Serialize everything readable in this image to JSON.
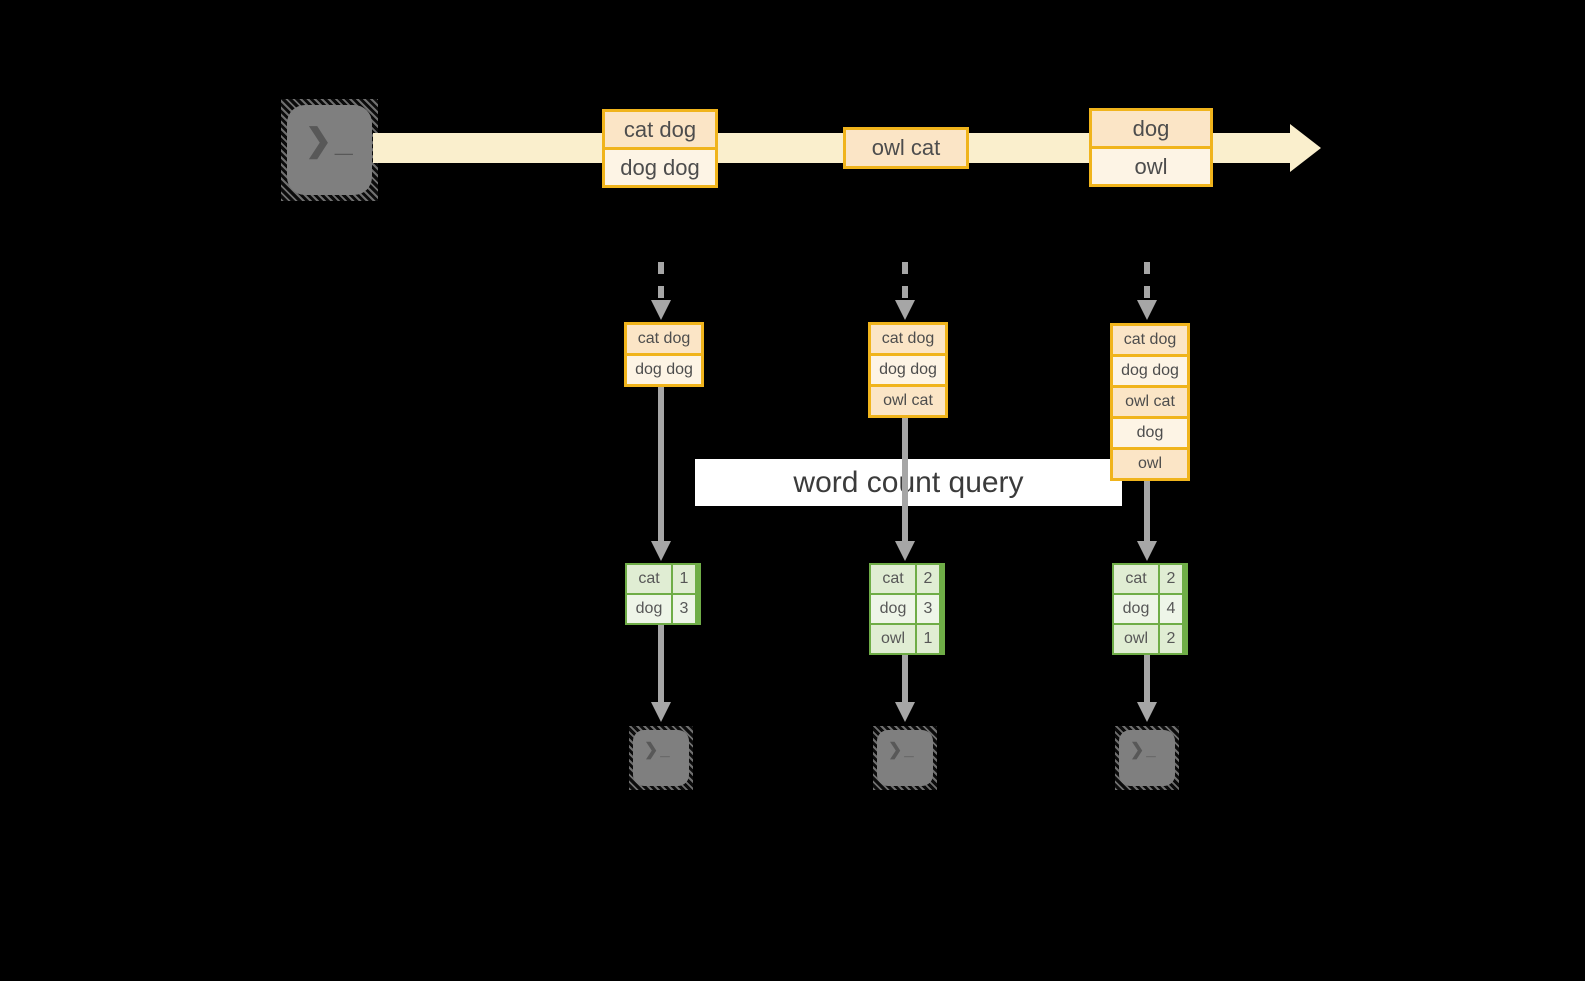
{
  "query_label": "word count query",
  "icons": {
    "terminal_prompt": "❯_",
    "stream_arrow": "right-arrow",
    "flow_arrows": "down-arrow"
  },
  "colors": {
    "background": "#000000",
    "stream_band": "#faefcd",
    "event_border": "#f0b41c",
    "event_fill_dark": "#fbe5c6",
    "event_fill_light": "#fdf4e5",
    "table_border": "#6fad47",
    "table_fill_dark": "#e0edd3",
    "table_fill_light": "#eef5e8",
    "arrow_gray": "#a6a6a6",
    "terminal_gray": "#7f7f7f",
    "query_band": "#ffffff"
  },
  "stream_events": [
    {
      "rows": [
        "cat dog",
        "dog dog"
      ]
    },
    {
      "rows": [
        "owl cat"
      ]
    },
    {
      "rows": [
        "dog",
        "owl"
      ]
    }
  ],
  "columns": [
    {
      "state_rows": [
        "cat dog",
        "dog dog"
      ],
      "counts": [
        {
          "word": "cat",
          "count": "1"
        },
        {
          "word": "dog",
          "count": "3"
        }
      ]
    },
    {
      "state_rows": [
        "cat dog",
        "dog dog",
        "owl cat"
      ],
      "counts": [
        {
          "word": "cat",
          "count": "2"
        },
        {
          "word": "dog",
          "count": "3"
        },
        {
          "word": "owl",
          "count": "1"
        }
      ]
    },
    {
      "state_rows": [
        "cat dog",
        "dog dog",
        "owl cat",
        "dog",
        "owl"
      ],
      "counts": [
        {
          "word": "cat",
          "count": "2"
        },
        {
          "word": "dog",
          "count": "4"
        },
        {
          "word": "owl",
          "count": "2"
        }
      ]
    }
  ]
}
